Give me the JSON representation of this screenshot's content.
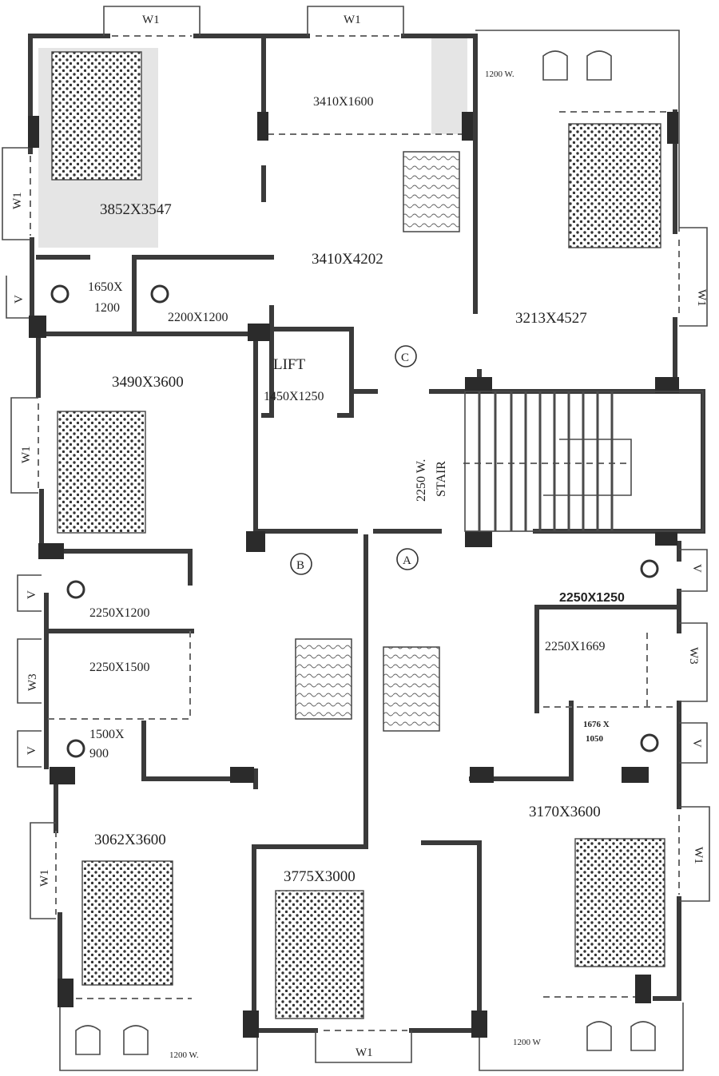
{
  "rooms": {
    "master_top_left": "3852X3547",
    "kitchen_top": "3410X1600",
    "hall_top": "3410X4202",
    "bedroom_top_right": "3213X4527",
    "bedroom_mid_left": "3490X3600",
    "bath_top_left": "1650X\n1200",
    "bath_top_left_line1": "1650X",
    "bath_top_left_line2": "1200",
    "passage_top": "2200X1200",
    "lift": "LIFT",
    "lift_size": "1450X1250",
    "stair": "2250 W.\nSTAIR",
    "stair_line1": "2250 W.",
    "stair_line2": "STAIR",
    "bath_mid_left": "2250X1200",
    "kitchen_left": "2250X1500",
    "wc_left_line1": "1500X",
    "wc_left_line2": "900",
    "bedroom_bottom_left": "3062X3600",
    "bedroom_bottom_center": "3775X3000",
    "bedroom_bottom_right": "3170X3600",
    "bath_right": "2250X1250",
    "kitchen_right": "2250X1669",
    "wc_right_line1": "1676 X",
    "wc_right_line2": "1050"
  },
  "markers": {
    "a": "A",
    "b": "B",
    "c": "C"
  },
  "windows": {
    "w1": "W1",
    "w3": "W3",
    "v": "V",
    "balcony_top": "1200 W.",
    "balcony_bottom_left": "1200 W.",
    "balcony_bottom_right": "1200 W"
  }
}
